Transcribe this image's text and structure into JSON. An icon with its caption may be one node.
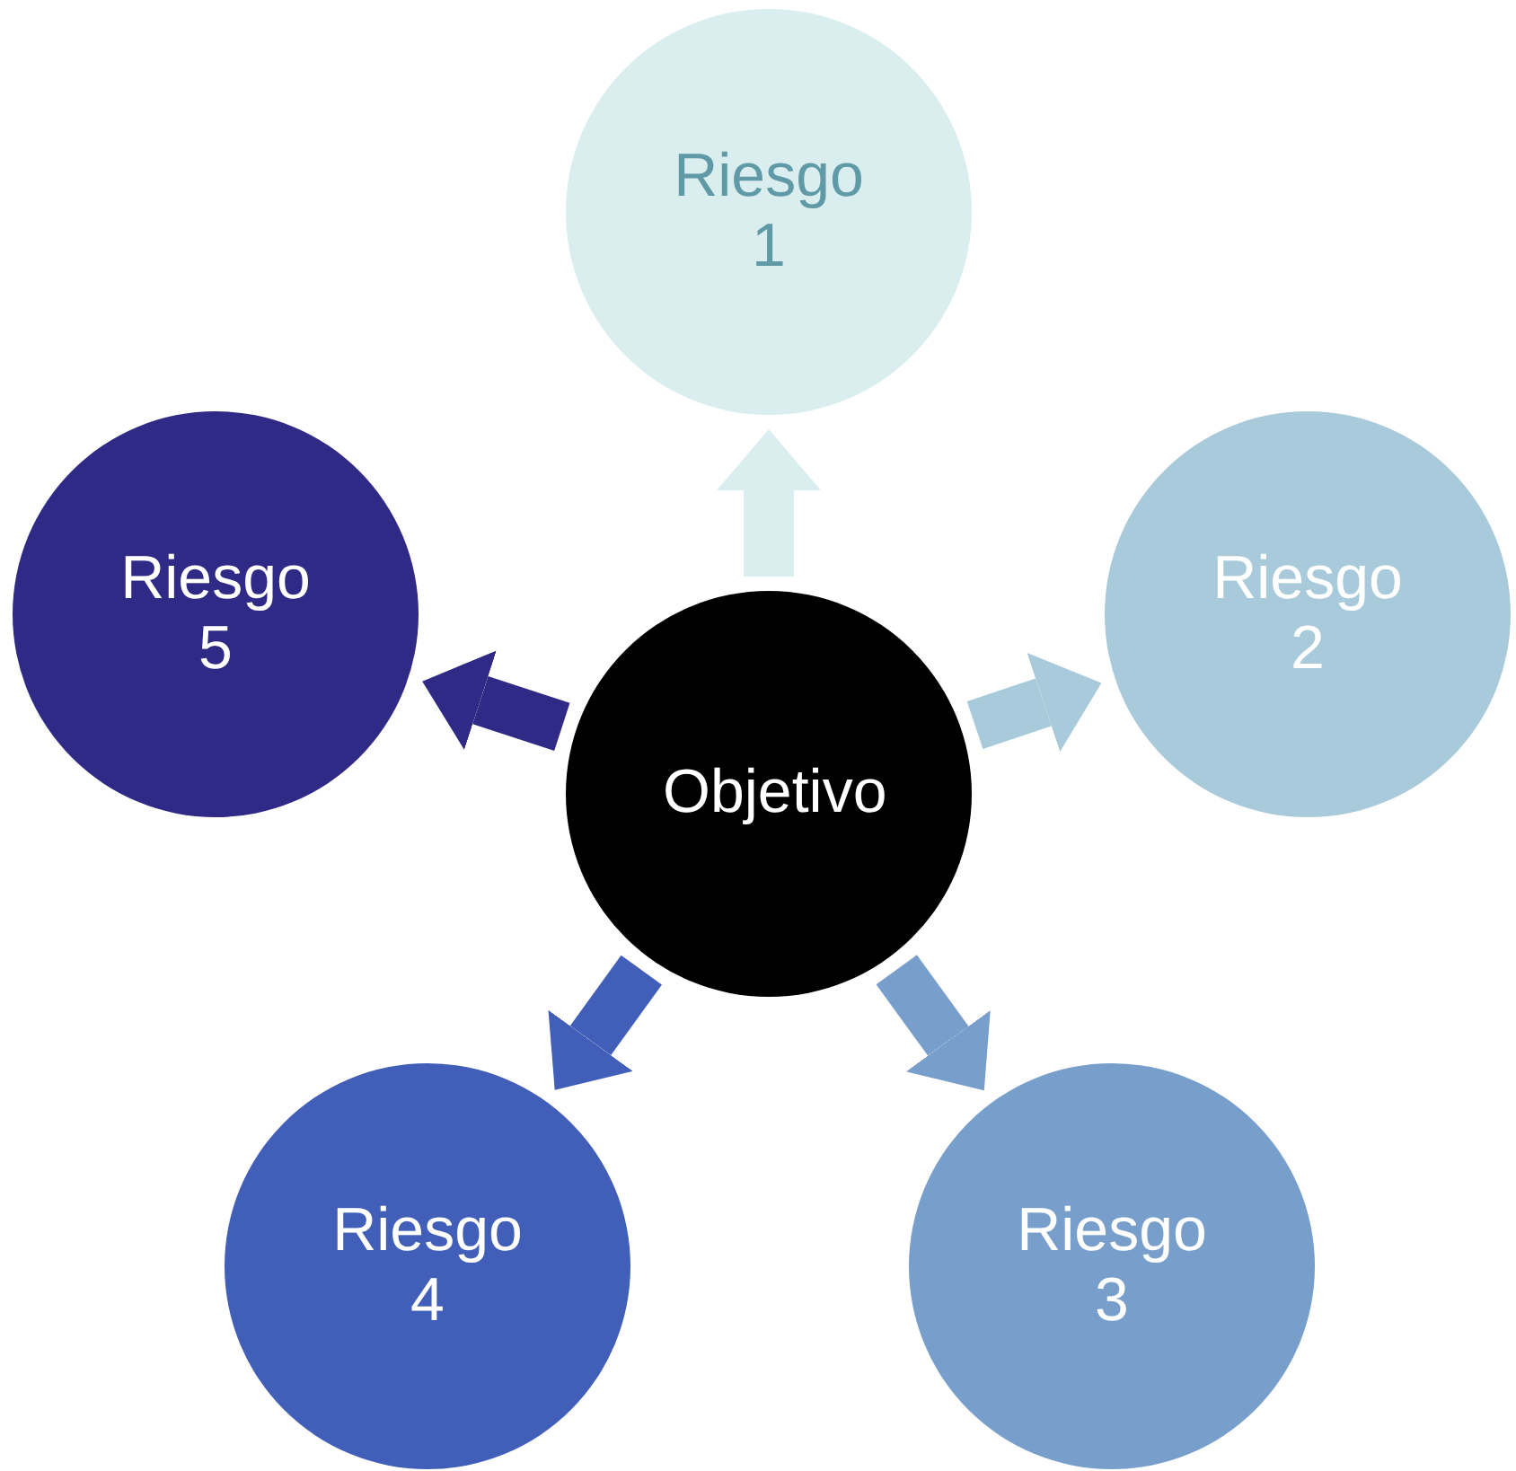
{
  "diagram": {
    "nodes": [
      {
        "text": [
          "Objetivo"
        ]
      },
      {
        "text": [
          "Riesgo 1"
        ]
      },
      {
        "text": [
          "Riesgo 2"
        ]
      },
      {
        "text": [
          "Riesgo 3"
        ]
      },
      {
        "text": [
          "Riesgo 4"
        ]
      },
      {
        "text": [
          "Riesgo 5"
        ]
      }
    ],
    "edges": [
      {
        "from": 0,
        "to": 1,
        "arrow": "to",
        "color": "#daeef0"
      },
      {
        "from": 0,
        "to": 2,
        "arrow": "to",
        "color": "#a8cada"
      },
      {
        "from": 0,
        "to": 3,
        "arrow": "to",
        "color": "#789fcb"
      },
      {
        "from": 0,
        "to": 4,
        "arrow": "to",
        "color": "#415eb8"
      },
      {
        "from": 0,
        "to": 5,
        "arrow": "to",
        "color": "#2e2a86"
      }
    ]
  }
}
